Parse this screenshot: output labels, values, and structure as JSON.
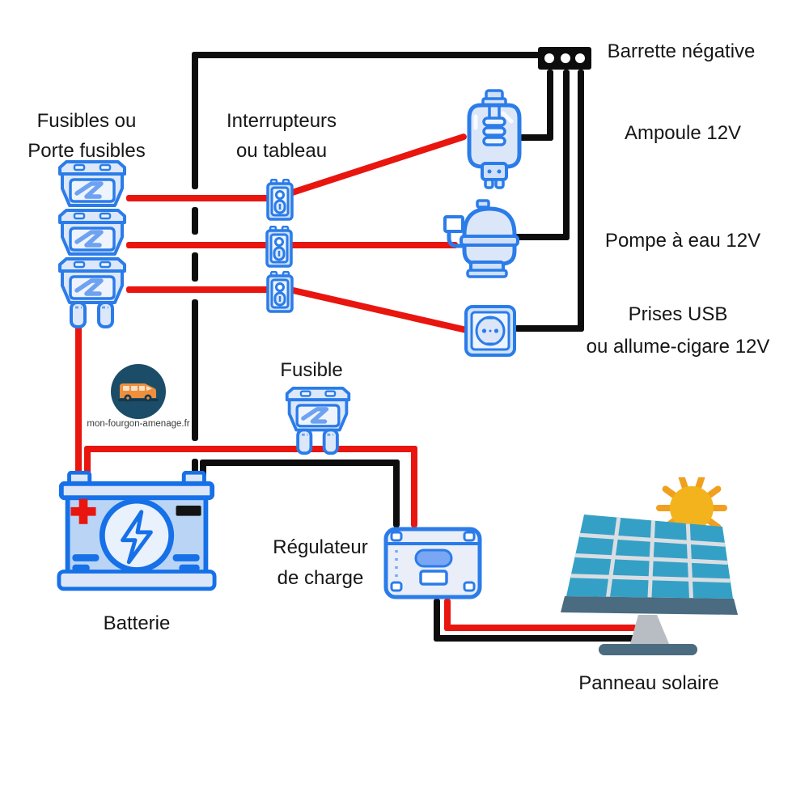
{
  "diagram": {
    "labels": {
      "fuses_line1": "Fusibles ou",
      "fuses_line2": "Porte fusibles",
      "switches_line1": "Interrupteurs",
      "switches_line2": "ou tableau",
      "negative_bus": "Barrette négative",
      "bulb": "Ampoule 12V",
      "pump": "Pompe à eau 12V",
      "usb_line1": "Prises USB",
      "usb_line2": "ou allume-cigare 12V",
      "inline_fuse": "Fusible",
      "battery": "Batterie",
      "regulator_line1": "Régulateur",
      "regulator_line2": "de charge",
      "solar_panel": "Panneau solaire",
      "logo_site": "mon-fourgon-amenage.fr"
    },
    "colors": {
      "wire_positive_red": "#e9150f",
      "wire_negative_black": "#0d0d0d",
      "icon_stroke_blue": "#2b7ce9",
      "icon_fill_light": "#dce8fa",
      "battery_stroke_blue": "#1670e8",
      "battery_fill": "#b9d4f4",
      "solar_cell_teal": "#35a0c6",
      "solar_frame_slate": "#4a6b80",
      "sun_yellow": "#f3b31c",
      "logo_navy": "#1b4d68",
      "van_orange": "#ee8f3d"
    }
  }
}
